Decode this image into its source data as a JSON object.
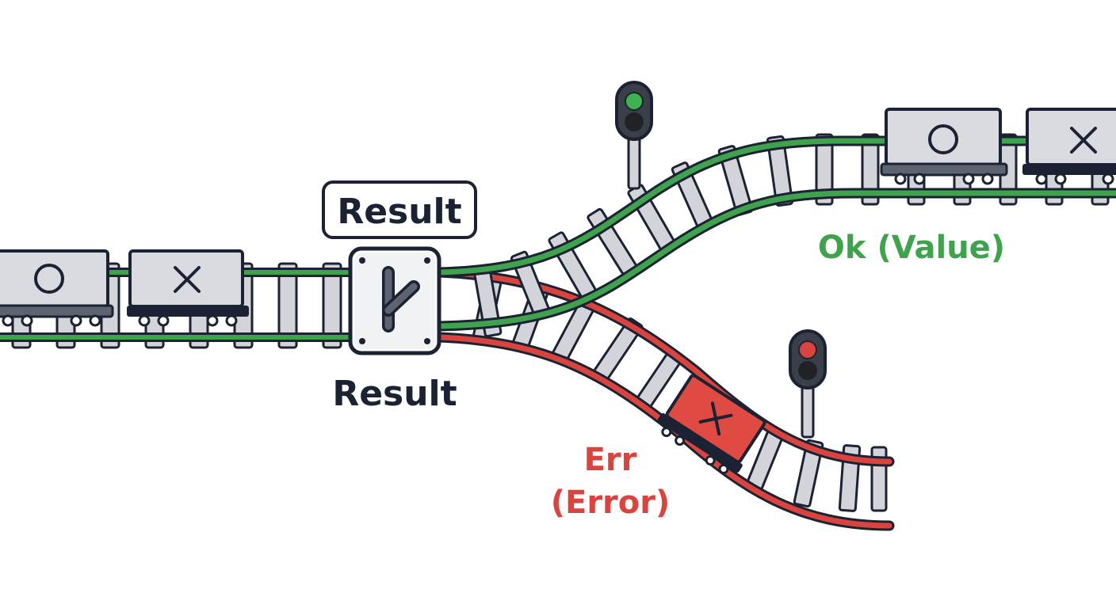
{
  "labels": {
    "switch_badge": "Result",
    "switch_caption": "Result",
    "ok_branch": "Ok (Value)",
    "err_branch_line1": "Err",
    "err_branch_line2": "(Error)"
  },
  "cars": {
    "incoming": [
      {
        "symbol": "circle-symbol",
        "kind": "ok-value"
      },
      {
        "symbol": "cross-symbol",
        "kind": "error"
      }
    ],
    "ok_branch": [
      {
        "symbol": "circle-symbol",
        "kind": "ok-value"
      },
      {
        "symbol": "cross-symbol",
        "kind": "error"
      }
    ],
    "err_branch": [
      {
        "symbol": "cross-symbol",
        "kind": "error"
      }
    ]
  },
  "signals": {
    "ok_signal": {
      "state": "green"
    },
    "err_signal": {
      "state": "red"
    }
  },
  "colors": {
    "ink": "#1b2233",
    "ok_green": "#3fa34d",
    "err_red": "#d9443f",
    "tie_gray": "#d2d4d9",
    "car_gray": "#d9dbe0",
    "car_dark": "#5b6470",
    "err_car": "#df4a43",
    "signal_green": "#3fb24f",
    "signal_red": "#d9443f"
  }
}
